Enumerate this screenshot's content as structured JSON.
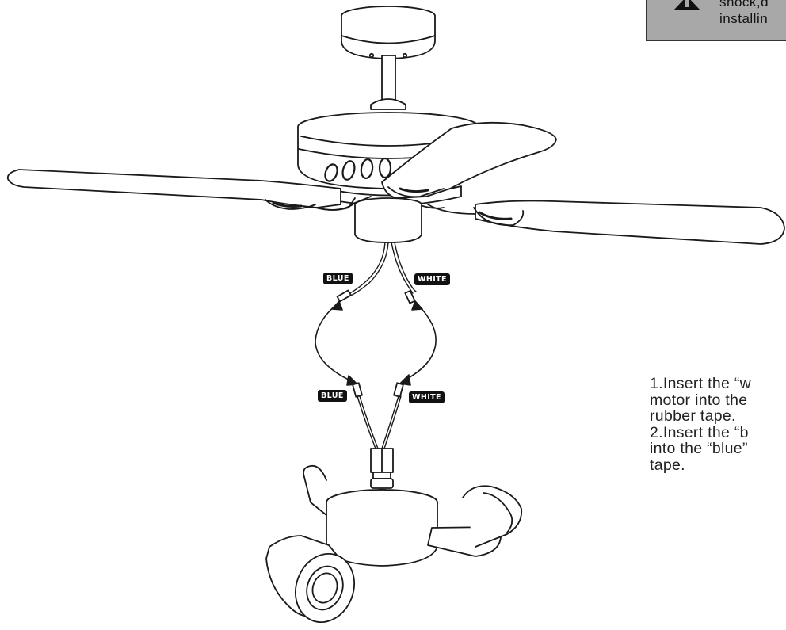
{
  "warning": {
    "lines": [
      "shock,d",
      "installin"
    ],
    "icon": "warning-triangle-icon"
  },
  "labels": {
    "fan_blue": "BLUE",
    "fan_white": "WHITE",
    "kit_blue": "BLUE",
    "kit_white": "WHITE"
  },
  "instructions": [
    "1.Insert the “w",
    "motor into the",
    "rubber tape.",
    "2.Insert the “b",
    "into the “blue”",
    "tape."
  ],
  "colors": {
    "line": "#1a1a1a",
    "warning_bg": "#a8a8a8",
    "tag_bg": "#111111",
    "tag_text": "#ffffff"
  }
}
